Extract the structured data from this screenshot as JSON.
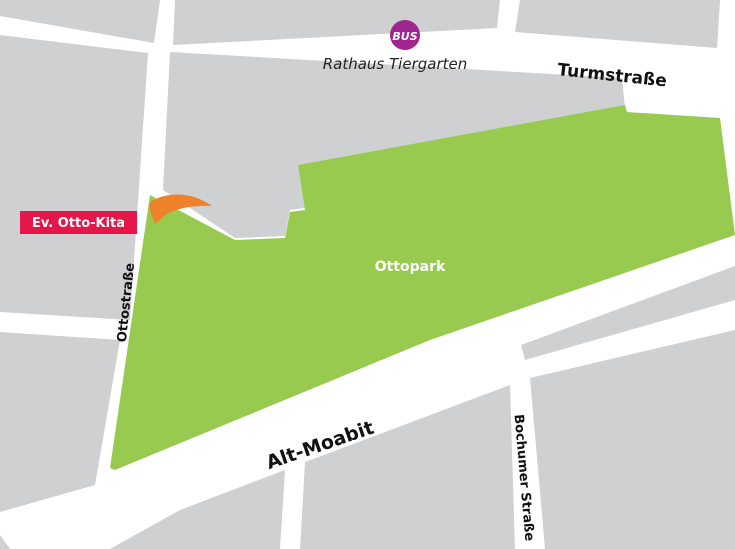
{
  "map": {
    "colors": {
      "background": "#ffffff",
      "block": "#cfd0d2",
      "park": "#98ca50",
      "bus_badge": "#a1258f",
      "kita_label": "#e4174b",
      "marker": "#f0812b"
    },
    "bus_stop": {
      "badge_text": "BUS",
      "name": "Rathaus Tiergarten",
      "icon": "bus-stop-badge-icon"
    },
    "park": {
      "name": "Ottopark"
    },
    "kita": {
      "label": "Ev. Otto-Kita",
      "icon": "location-marker-icon"
    },
    "streets": {
      "turmstrasse": "Turmstraße",
      "ottostrasse": "Ottostraße",
      "alt_moabit": "Alt-Moabit",
      "bochumer_strasse": "Bochumer Straße"
    }
  }
}
